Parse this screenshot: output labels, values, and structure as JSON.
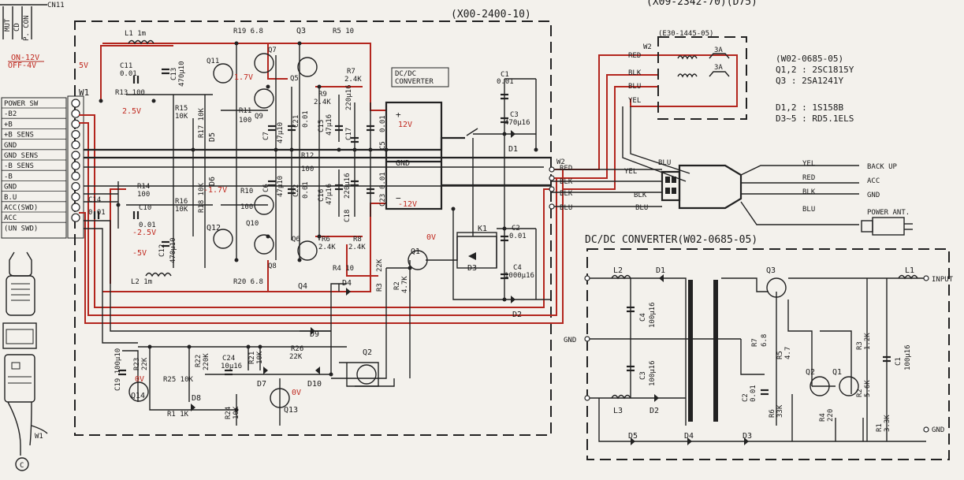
{
  "top": {
    "part_main": "(X00-2400-10)",
    "part_top_right": "(X09-2342-70)(D75)",
    "cn": "CN11"
  },
  "top_left_labels": [
    "MUT",
    "CD",
    "P. CON"
  ],
  "red_notes": {
    "on12": "ON-12V",
    "off4": "OFF-4V",
    "v5": "5V",
    "v25": "2.5V",
    "v17": "1.7V",
    "vm17": "-1.7V",
    "vm25": "-2.5V",
    "vm5": "-5V",
    "v12": "12V",
    "vm12": "-12V",
    "v0a": "0V",
    "v0b": "0V",
    "v0c": "0V"
  },
  "w1": {
    "label": "W1",
    "pins": [
      "POWER SW",
      "-B2",
      "+B",
      "+B SENS",
      "GND",
      "GND SENS",
      "-B SENS",
      "-B",
      "GND",
      "B.U",
      "ACC(SWD)",
      "ACC",
      "(UN SWD)"
    ]
  },
  "dcdc_block": {
    "line1": "DC/DC",
    "line2": "CONVERTER",
    "plus": "+",
    "gnd": "GND",
    "minus": "−"
  },
  "components": {
    "L1": "L1 1m",
    "L2": "L2 1m",
    "R19": "R19 6.8",
    "R20": "R20 6.8",
    "Q3": "Q3",
    "Q4": "Q4",
    "R5": "R5 10",
    "R4": "R4 10",
    "C11a": "C11",
    "C11b": "0.01",
    "R13": "R13 100",
    "C13a": "C13",
    "C13b": "470µ10",
    "C12a": "C12",
    "C12b": "470µ10",
    "Q11": "Q11",
    "Q7": "Q7",
    "Q9": "Q9",
    "Q5": "Q5",
    "R7a": "R7",
    "R7b": "2.4K",
    "R9a": "R9",
    "R9b": "2.4K",
    "R15a": "R15",
    "R15b": "10K",
    "R17": "R17 10K",
    "R11a": "R11",
    "R11b": "100",
    "D5": "D5",
    "C7a": "C7",
    "C7b": "47µ10",
    "C21a": "C21",
    "C21b": "0.01",
    "C15a": "C15",
    "C15b": "47µ16",
    "C17a": "C17",
    "C17b": "220µ16",
    "C5a": "C5",
    "C5b": "0.01",
    "R12a": "R12",
    "R12b": "100",
    "D6": "D6",
    "R14a": "R14",
    "R14b": "100",
    "R16a": "R16",
    "R16b": "10K",
    "R18": "R18 10K",
    "R10a": "R10",
    "R10b": "100",
    "C6a": "C6",
    "C6b": "47µ10",
    "C22a": "C22",
    "C22b": "0.01",
    "C16a": "C16",
    "C16b": "47µ16",
    "C18a": "C18",
    "C18b": "220µ16",
    "C23a": "C23",
    "C23b": "0.01",
    "C10a": "C10",
    "C10b": "0.01",
    "C14a": "C14",
    "C14b": "0.01",
    "Q12": "Q12",
    "Q10": "Q10",
    "Q8": "Q8",
    "Q6": "Q6",
    "R6a": "R6",
    "R6b": "2.4K",
    "R8a": "R8",
    "R8b": "2.4K",
    "D4": "D4",
    "R3a": "R3",
    "R3b": "22K",
    "R2a": "R2",
    "R2b": "4.7K",
    "Q1": "Q1",
    "K1": "K1",
    "D3": "D3",
    "C1a": "C1",
    "C1b": "0.01",
    "C3a": "C3",
    "C3b": "470µ16",
    "D1": "D1",
    "C2a": "C2",
    "C2b": "0.01",
    "C4a": "C4",
    "C4b": "1000µ16",
    "D2": "D2",
    "D9": "D9",
    "R26a": "R26",
    "R26b": "22K",
    "Q2": "Q2",
    "C19": "C19 100µ10",
    "R23a": "R23",
    "R23b": "22K",
    "R22a": "R22",
    "R22b": "220K",
    "C24a": "C24",
    "C24b": "10µ16",
    "R21a": "R21",
    "R21b": "10K",
    "R25": "R25 10K",
    "D7": "D7",
    "D10": "D10",
    "D8": "D8",
    "Q14": "Q14",
    "Q13": "Q13",
    "R1": "R1 1K",
    "R24a": "R24",
    "R24b": "10K"
  },
  "harness": {
    "ref": "(E30-1445-05)",
    "w2_top": "W2",
    "w2_mid": "W2",
    "fuse": "3A",
    "wires_top": [
      "RED",
      "BLK",
      "BLU",
      "YEL"
    ],
    "wires_mid": [
      "RED",
      "BLK",
      "BLK",
      "BLU"
    ],
    "yel": "YEL",
    "blu": "BLU",
    "blk": "BLK",
    "blu2": "BLU"
  },
  "parts_list": [
    "(W02-0685-05)",
    "Q1,2 : 2SC1815Y",
    "Q3   : 2SA1241Y",
    "D1,2 : 1S158B",
    "D3~5 : RD5.1ELS"
  ],
  "outputs": {
    "rows": [
      {
        "color": "YEL",
        "label": "BACK UP"
      },
      {
        "color": "RED",
        "label": "ACC"
      },
      {
        "color": "BLK",
        "label": "GND"
      },
      {
        "color": "BLU",
        "label": "POWER ANT."
      }
    ]
  },
  "dcdc_detail": {
    "title": "DC/DC CONVERTER(W02-0685-05)",
    "L2": "L2",
    "D1": "D1",
    "Q3": "Q3",
    "L1": "L1",
    "input": "INPUT",
    "C4a": "C4",
    "C4b": "100µ16",
    "C3a": "C3",
    "C3b": "100µ16",
    "gnd_left": "GND",
    "gnd_right": "GND",
    "L3": "L3",
    "D2": "D2",
    "R7a": "R7",
    "R7b": "6.8",
    "C2a": "C2",
    "C2b": "0.01",
    "R5a": "R5",
    "R5b": "4.7",
    "R6a": "R6",
    "R6b": "33K",
    "R4a": "R4",
    "R4b": "220",
    "Q2": "Q2",
    "Q1": "Q1",
    "R3a": "R3",
    "R3b": "1.2K",
    "R2a": "R2",
    "R2b": "5.6K",
    "R1a": "R1",
    "R1b": "3.3K",
    "C1a": "C1",
    "C1b": "100µ16",
    "D5": "D5",
    "D4": "D4",
    "D3": "D3"
  },
  "bottom_left": {
    "w1": "W1",
    "c": "C"
  }
}
